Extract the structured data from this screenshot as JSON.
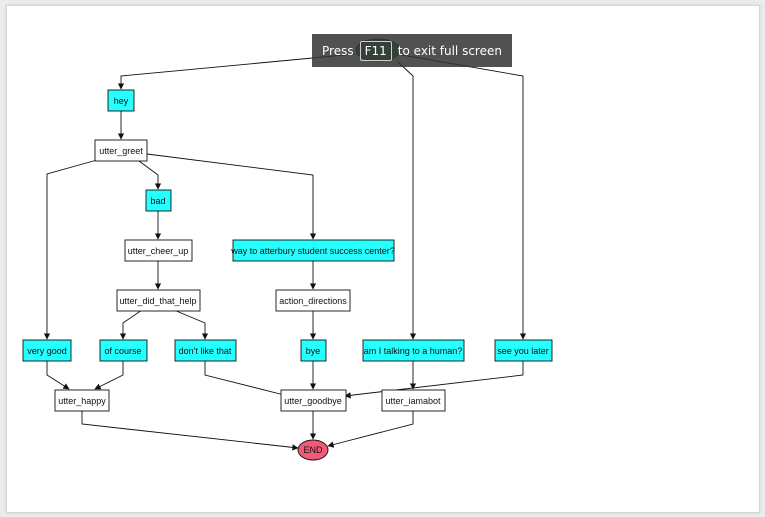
{
  "overlay": {
    "press": "Press",
    "key": "F11",
    "suffix": "to exit full screen"
  },
  "colors": {
    "intent_fill": "#26ffff",
    "action_fill": "#ffffff",
    "end_fill": "#f25a78",
    "start_fill": "#2e8b57",
    "edge": "#111111"
  },
  "nodes": {
    "hey": "hey",
    "utter_greet": "utter_greet",
    "bad": "bad",
    "utter_cheer_up": "utter_cheer_up",
    "utter_did_that_help": "utter_did_that_help",
    "way": "way to atterbury student success center?",
    "action_directions": "action_directions",
    "very_good": "very good",
    "of_course": "of course",
    "dont_like": "don't like that",
    "bye": "bye",
    "human": "am I talking to a human?",
    "see_you": "see you later",
    "utter_happy": "utter_happy",
    "utter_goodbye": "utter_goodbye",
    "utter_iamabot": "utter_iamabot",
    "end": "END"
  }
}
